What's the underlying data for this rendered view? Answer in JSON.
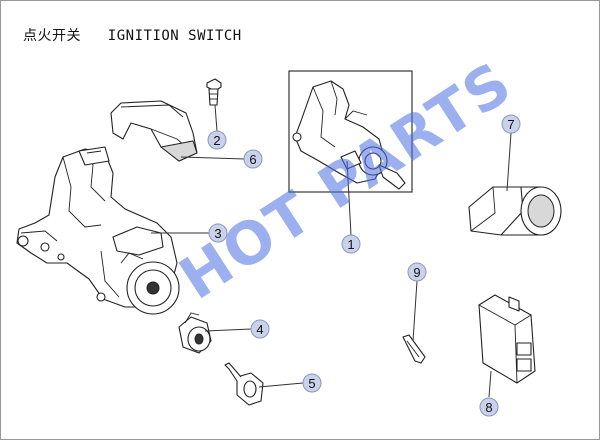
{
  "title": {
    "chinese": "点火开关",
    "english": "IGNITION SWITCH"
  },
  "watermark": "HOT PARTS",
  "callouts": [
    "1",
    "2",
    "3",
    "4",
    "5",
    "6",
    "7",
    "8",
    "9"
  ],
  "colors": {
    "callout_fill": "#c9d2ea",
    "watermark": "#4a6ee0",
    "line": "#222222"
  }
}
